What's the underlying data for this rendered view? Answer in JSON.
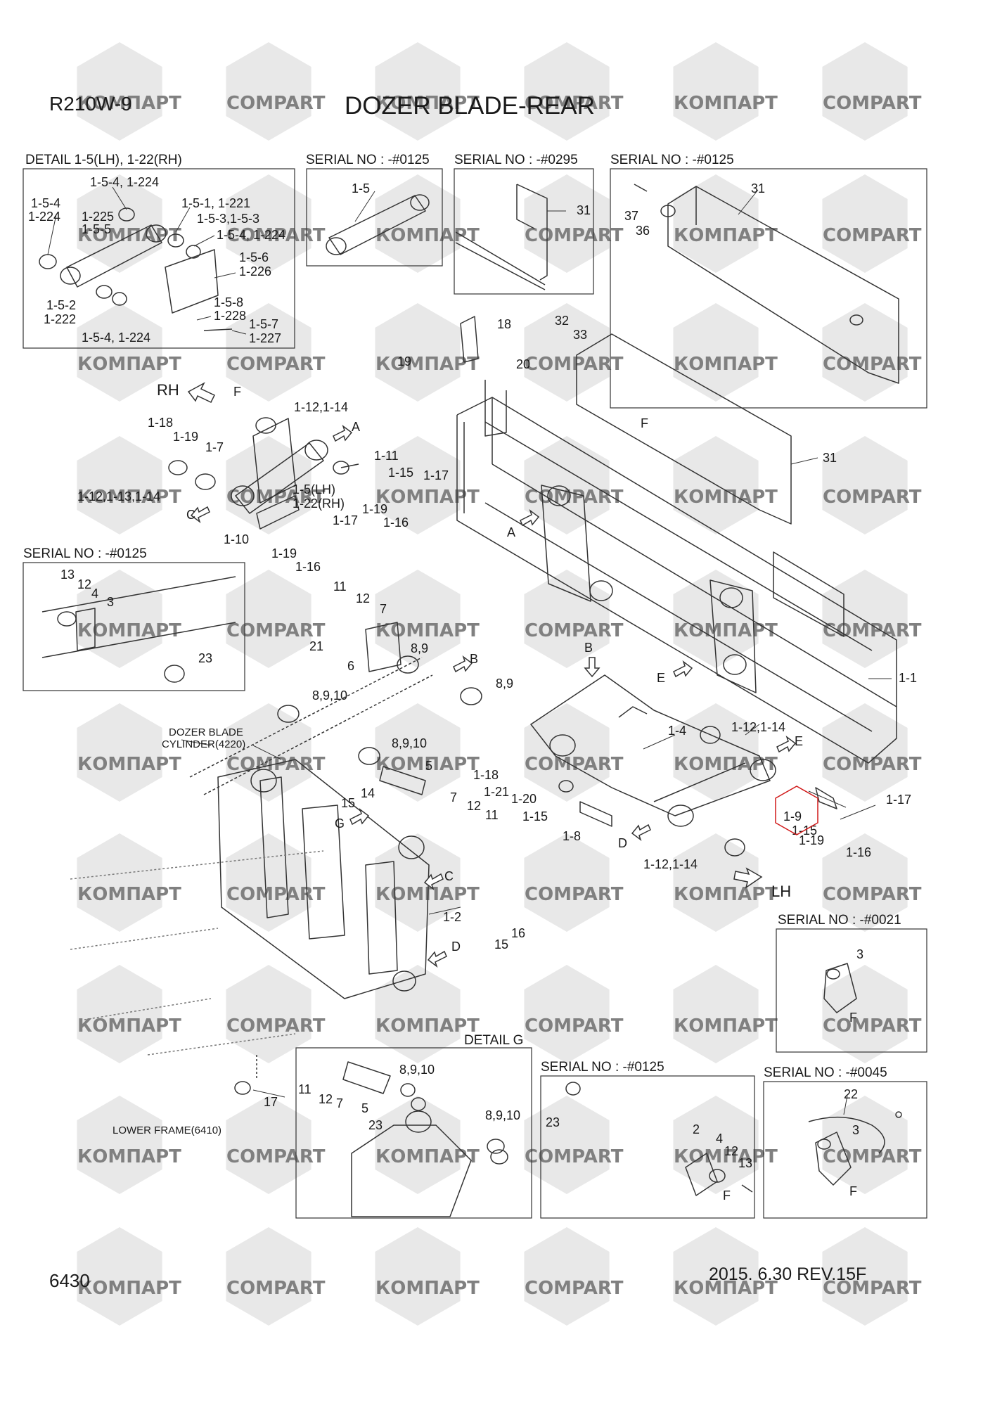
{
  "header": {
    "model": "R210W-9",
    "title": "DOZER BLADE-REAR"
  },
  "footer": {
    "page_number": "6430",
    "revision": "2015. 6.30  REV.15F"
  },
  "watermark": {
    "text_a": "КОМПАРТ",
    "text_b": "COMPART",
    "text_c": "CO",
    "text_d": "ART"
  },
  "boxes": {
    "detail_1_5": "DETAIL 1-5(LH), 1-22(RH)",
    "serial_0125_a": "SERIAL NO : -#0125",
    "serial_0295": "SERIAL NO : -#0295",
    "serial_0125_b": "SERIAL NO : -#0125",
    "serial_0125_c": "SERIAL NO : -#0125",
    "serial_0021": "SERIAL NO : -#0021",
    "detail_g": "DETAIL G",
    "serial_0125_d": "SERIAL NO : -#0125",
    "serial_0045": "SERIAL NO : -#0045"
  },
  "notes": {
    "dozer_cyl_1": "DOZER BLADE",
    "dozer_cyl_2": "CYLINDER(4220)",
    "lower_frame": "LOWER FRAME(6410)",
    "rh": "RH",
    "lh": "LH"
  },
  "highlight": {
    "label": "1-9",
    "color": "#d01818"
  },
  "callouts": [
    {
      "id": "c1",
      "text": "1-5-4, 1-224"
    },
    {
      "id": "c2",
      "text": "1-5-4"
    },
    {
      "id": "c3",
      "text": "1-224"
    },
    {
      "id": "c4",
      "text": "1-225"
    },
    {
      "id": "c5",
      "text": "1-5-5"
    },
    {
      "id": "c6",
      "text": "1-5-1, 1-221"
    },
    {
      "id": "c7",
      "text": "1-5-3,1-5-3"
    },
    {
      "id": "c8",
      "text": "1-5-4, 1-224"
    },
    {
      "id": "c9",
      "text": "1-5-6"
    },
    {
      "id": "c10",
      "text": "1-226"
    },
    {
      "id": "c11",
      "text": "1-5-2"
    },
    {
      "id": "c12",
      "text": "1-222"
    },
    {
      "id": "c13",
      "text": "1-5-8"
    },
    {
      "id": "c14",
      "text": "1-228"
    },
    {
      "id": "c15",
      "text": "1-5-7"
    },
    {
      "id": "c16",
      "text": "1-227"
    },
    {
      "id": "c17",
      "text": "1-5-4, 1-224"
    },
    {
      "id": "c18",
      "text": "1-5"
    },
    {
      "id": "c19",
      "text": "31"
    },
    {
      "id": "c20",
      "text": "31"
    },
    {
      "id": "c21",
      "text": "37"
    },
    {
      "id": "c22",
      "text": "36"
    },
    {
      "id": "c23",
      "text": "18"
    },
    {
      "id": "c24",
      "text": "32"
    },
    {
      "id": "c25",
      "text": "33"
    },
    {
      "id": "c26",
      "text": "19"
    },
    {
      "id": "c27",
      "text": "20"
    },
    {
      "id": "c28",
      "text": "F"
    },
    {
      "id": "c29",
      "text": "F"
    },
    {
      "id": "c30",
      "text": "1-12,1-14"
    },
    {
      "id": "c31",
      "text": "A"
    },
    {
      "id": "c32",
      "text": "1-18"
    },
    {
      "id": "c33",
      "text": "1-19"
    },
    {
      "id": "c34",
      "text": "1-7"
    },
    {
      "id": "c35",
      "text": "1-11"
    },
    {
      "id": "c36",
      "text": "1-15"
    },
    {
      "id": "c37",
      "text": "1-17"
    },
    {
      "id": "c38",
      "text": "31"
    },
    {
      "id": "c39",
      "text": "1-12,1-13,1-14"
    },
    {
      "id": "c40",
      "text": "C"
    },
    {
      "id": "c41",
      "text": "1-5(LH)"
    },
    {
      "id": "c42",
      "text": "1-22(RH)"
    },
    {
      "id": "c43",
      "text": "1-19"
    },
    {
      "id": "c44",
      "text": "1-16"
    },
    {
      "id": "c45",
      "text": "1-17"
    },
    {
      "id": "c46",
      "text": "1-10"
    },
    {
      "id": "c47",
      "text": "1-19"
    },
    {
      "id": "c48",
      "text": "1-16"
    },
    {
      "id": "c49",
      "text": "A"
    },
    {
      "id": "c50",
      "text": "13"
    },
    {
      "id": "c51",
      "text": "12"
    },
    {
      "id": "c52",
      "text": "4"
    },
    {
      "id": "c53",
      "text": "3"
    },
    {
      "id": "c54",
      "text": "23"
    },
    {
      "id": "c55",
      "text": "11"
    },
    {
      "id": "c56",
      "text": "12"
    },
    {
      "id": "c57",
      "text": "7"
    },
    {
      "id": "c58",
      "text": "21"
    },
    {
      "id": "c59",
      "text": "6"
    },
    {
      "id": "c60",
      "text": "8,9"
    },
    {
      "id": "c61",
      "text": "B"
    },
    {
      "id": "c62",
      "text": "8,9"
    },
    {
      "id": "c63",
      "text": "B"
    },
    {
      "id": "c64",
      "text": "E"
    },
    {
      "id": "c65",
      "text": "1-1"
    },
    {
      "id": "c66",
      "text": "8,9,10"
    },
    {
      "id": "c67",
      "text": "1-4"
    },
    {
      "id": "c68",
      "text": "1-12,1-14"
    },
    {
      "id": "c69",
      "text": "E"
    },
    {
      "id": "c70",
      "text": "8,9,10"
    },
    {
      "id": "c71",
      "text": "5"
    },
    {
      "id": "c72",
      "text": "1-18"
    },
    {
      "id": "c73",
      "text": "1-21"
    },
    {
      "id": "c74",
      "text": "14"
    },
    {
      "id": "c75",
      "text": "15"
    },
    {
      "id": "c76",
      "text": "7"
    },
    {
      "id": "c77",
      "text": "12"
    },
    {
      "id": "c78",
      "text": "11"
    },
    {
      "id": "c79",
      "text": "1-20"
    },
    {
      "id": "c80",
      "text": "1-15"
    },
    {
      "id": "c81",
      "text": "1-17"
    },
    {
      "id": "c82",
      "text": "G"
    },
    {
      "id": "c83",
      "text": "1-8"
    },
    {
      "id": "c84",
      "text": "D"
    },
    {
      "id": "c85",
      "text": "1-15"
    },
    {
      "id": "c86",
      "text": "1-19"
    },
    {
      "id": "c87",
      "text": "1-16"
    },
    {
      "id": "c88",
      "text": "1-12,1-14"
    },
    {
      "id": "c89",
      "text": "C"
    },
    {
      "id": "c90",
      "text": "1-2"
    },
    {
      "id": "c91",
      "text": "16"
    },
    {
      "id": "c92",
      "text": "15"
    },
    {
      "id": "c93",
      "text": "D"
    },
    {
      "id": "c94",
      "text": "3"
    },
    {
      "id": "c95",
      "text": "F"
    },
    {
      "id": "c96",
      "text": "11"
    },
    {
      "id": "c97",
      "text": "12"
    },
    {
      "id": "c98",
      "text": "7"
    },
    {
      "id": "c99",
      "text": "5"
    },
    {
      "id": "c100",
      "text": "8,9,10"
    },
    {
      "id": "c101",
      "text": "23"
    },
    {
      "id": "c102",
      "text": "8,9,10"
    },
    {
      "id": "c103",
      "text": "17"
    },
    {
      "id": "c104",
      "text": "23"
    },
    {
      "id": "c105",
      "text": "2"
    },
    {
      "id": "c106",
      "text": "4"
    },
    {
      "id": "c107",
      "text": "12"
    },
    {
      "id": "c108",
      "text": "13"
    },
    {
      "id": "c109",
      "text": "F"
    },
    {
      "id": "c110",
      "text": "22"
    },
    {
      "id": "c111",
      "text": "3"
    },
    {
      "id": "c112",
      "text": "F"
    }
  ]
}
